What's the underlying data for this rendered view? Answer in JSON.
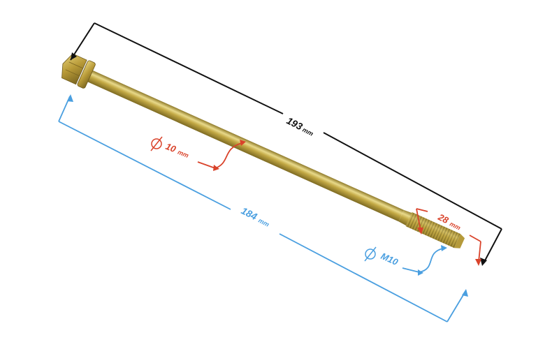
{
  "dimensions": {
    "total_length": {
      "value": "193",
      "unit": "mm"
    },
    "shank_length": {
      "value": "184",
      "unit": "mm"
    },
    "shaft_diameter": {
      "value": "10",
      "unit": "mm"
    },
    "thread_size": {
      "value": "M10"
    },
    "thread_length": {
      "value": "28",
      "unit": "mm"
    }
  },
  "colors": {
    "black_dimension": "#111111",
    "blue_dimension": "#4a9fe0",
    "red_dimension": "#d9432b",
    "bolt_body": "#c2a844",
    "bolt_shadow": "#8f7a2a",
    "bolt_highlight": "#e8d98a"
  }
}
